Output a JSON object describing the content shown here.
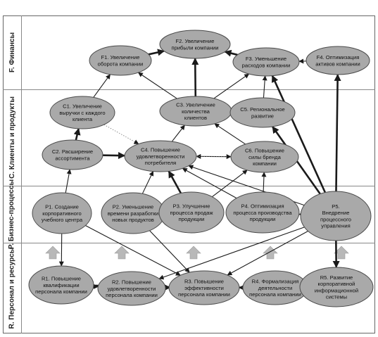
{
  "lanes": {
    "finance": "F.  Финансы",
    "customers": "C.  Клиенты и продукты",
    "processes": "P.  Бизнес-процессы",
    "people": "R.  Персонал и ресурсы"
  },
  "nodes": {
    "F1": [
      "F1.  Увеличение",
      "оборота компании"
    ],
    "F2": [
      "F2.  Увеличение",
      "прибыли компании"
    ],
    "F3": [
      "F3.  Уменьшение",
      "расходов компании"
    ],
    "F4": [
      "F4.  Оптимизация",
      "активов компании"
    ],
    "C1": [
      "C1.  Увеличение",
      "выручки с каждого",
      "клиента"
    ],
    "C2": [
      "C2.  Расширение",
      "ассортимента"
    ],
    "C3": [
      "C3.  Увеличение",
      "количества",
      "клиентов"
    ],
    "C4": [
      "C4.  Повышение",
      "удовлетворенности",
      "потребителя"
    ],
    "C5": [
      "C5.  Региональное",
      "развитие"
    ],
    "C6": [
      "C6.  Повышение",
      "силы бренда",
      "компании"
    ],
    "P1": [
      "P1.  Создание",
      "корпоративного",
      "учебного центра"
    ],
    "P2": [
      "P2.  Уменьшение",
      "времени разработки",
      "новых продуктов"
    ],
    "P3": [
      "P3.  Улучшение",
      "процесса продаж",
      "продукции"
    ],
    "P4": [
      "P4.  Оптимизация",
      "процесса производства",
      "продукции"
    ],
    "P5": [
      "P5.",
      "Внедрение",
      "процессного",
      "управления"
    ],
    "R1": [
      "R1.  Повышение",
      "квалификации",
      "персонала компании"
    ],
    "R2": [
      "R2.  Повышение",
      "удовлетворенности",
      "персонала компании"
    ],
    "R3": [
      "R3.  Повышение",
      "эффективности",
      "персонала компании"
    ],
    "R4": [
      "R4.  Формализация",
      "деятельности",
      "персонала компании"
    ],
    "R5": [
      "R5.  Развитие",
      "корпоративной",
      "информационной",
      "системы"
    ]
  },
  "edges": [
    [
      "F1",
      "F2",
      "thick"
    ],
    [
      "F3",
      "F2",
      "thick"
    ],
    [
      "F4",
      "F3",
      "normal"
    ],
    [
      "C1",
      "F1",
      "normal"
    ],
    [
      "C3",
      "F1",
      "normal"
    ],
    [
      "C3",
      "F2",
      "thick"
    ],
    [
      "C3",
      "F3",
      "normal"
    ],
    [
      "C5",
      "F3",
      "normal"
    ],
    [
      "C5",
      "C3",
      "normal"
    ],
    [
      "C2",
      "C1",
      "thick"
    ],
    [
      "C2",
      "C4",
      "thick"
    ],
    [
      "C4",
      "C3",
      "normal"
    ],
    [
      "C6",
      "C3",
      "normal"
    ],
    [
      "C6",
      "C4",
      "normal"
    ],
    [
      "C1",
      "C4",
      "dotted"
    ],
    [
      "C4",
      "C6",
      "dotted"
    ],
    [
      "P1",
      "C2",
      "normal"
    ],
    [
      "P2",
      "C4",
      "normal"
    ],
    [
      "P3",
      "C4",
      "thick"
    ],
    [
      "P3",
      "C6",
      "normal"
    ],
    [
      "P4",
      "C4",
      "normal"
    ],
    [
      "P4",
      "C6",
      "normal"
    ],
    [
      "P5",
      "C4",
      "normal"
    ],
    [
      "P5",
      "C5",
      "thick"
    ],
    [
      "P5",
      "F3",
      "thick"
    ],
    [
      "P5",
      "F4",
      "thick"
    ],
    [
      "P5",
      "P4",
      "normal"
    ],
    [
      "P5",
      "R2",
      "normal"
    ],
    [
      "P5",
      "R3",
      "normal"
    ],
    [
      "P5",
      "R5",
      "thick"
    ],
    [
      "R1",
      "R2",
      "normal"
    ],
    [
      "R1",
      "R3",
      "thick"
    ],
    [
      "R2",
      "R3",
      "normal"
    ],
    [
      "R4",
      "R3",
      "normal"
    ],
    [
      "R5",
      "R3",
      "thick"
    ],
    [
      "P1",
      "R1",
      "normal"
    ],
    [
      "P1",
      "R3",
      "normal"
    ],
    [
      "P2",
      "R3",
      "normal"
    ]
  ],
  "colors": {
    "node_fill": "#a9a9a9",
    "node_stroke": "#4a4a4a",
    "edge": "#1a1a1a",
    "block_arrow": "#b8b8b8"
  }
}
